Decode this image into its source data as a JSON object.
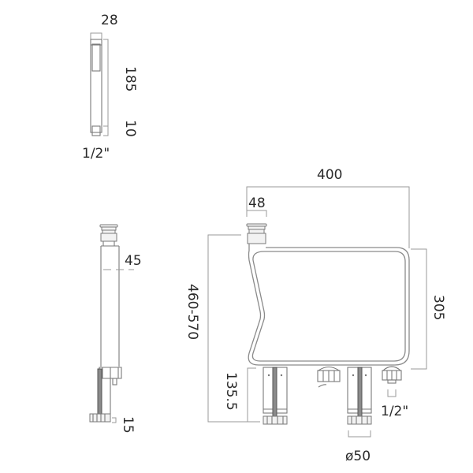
{
  "drawing": {
    "title": "Bath shower mixer technical drawing",
    "colors": {
      "line": "#9a9a9a",
      "text": "#2a2a2a",
      "background": "#ffffff"
    },
    "handset": {
      "width_label": "28",
      "length_label": "185",
      "connector_label": "10",
      "thread_label": "1/2\""
    },
    "side_view": {
      "diameter_label": "45",
      "base_label": "15"
    },
    "front_view": {
      "width_label": "400",
      "spout_label": "48",
      "height_range_label": "460-570",
      "body_height_label": "305",
      "leg_label": "135.5",
      "outlet_thread_label": "1/2\"",
      "leg_diameter_label": "ø50"
    }
  }
}
